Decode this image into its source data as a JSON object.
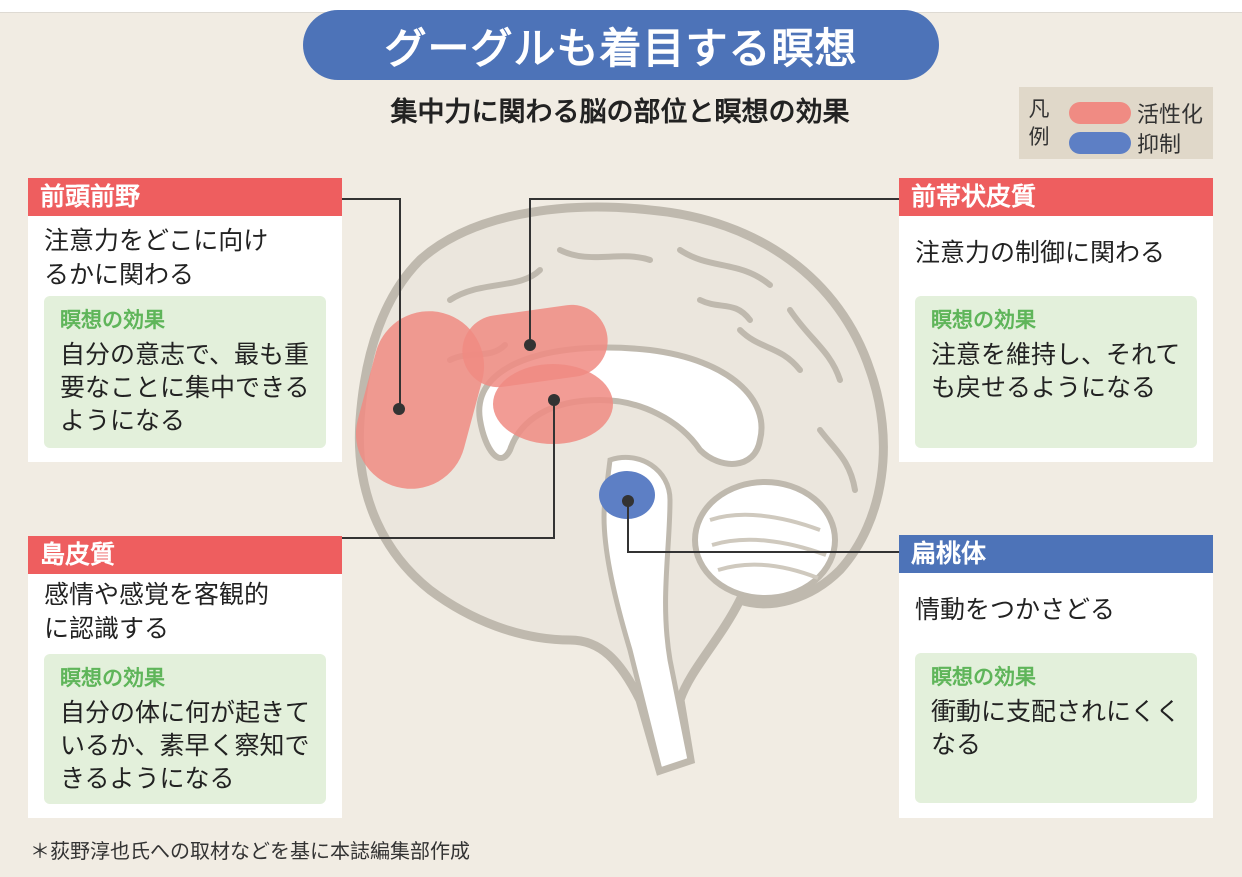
{
  "title": "グーグルも着目する瞑想",
  "subtitle": "集中力に関わる脳の部位と瞑想の効果",
  "legend": {
    "heading": "凡例",
    "items": [
      {
        "label": "活性化",
        "color": "#f08b83"
      },
      {
        "label": "抑制",
        "color": "#5d7fc5"
      }
    ]
  },
  "colors": {
    "active_header": "#ee5e5f",
    "suppressed_header": "#4d73b8",
    "effect_label": "#5fb55a"
  },
  "regions": {
    "prefrontal": {
      "name": "前頭前野",
      "description": "注意力をどこに向けるかに関わる",
      "effect_label": "瞑想の効果",
      "effect": "自分の意志で、最も重要なことに集中できるようになる"
    },
    "anterior_cingulate": {
      "name": "前帯状皮質",
      "description": "注意力の制御に関わる",
      "effect_label": "瞑想の効果",
      "effect": "注意を維持し、それても戻せるようになる"
    },
    "insula": {
      "name": "島皮質",
      "description": "感情や感覚を客観的に認識する",
      "effect_label": "瞑想の効果",
      "effect": "自分の体に何が起きているか、素早く察知できるようになる"
    },
    "amygdala": {
      "name": "扁桃体",
      "description": "情動をつかさどる",
      "effect_label": "瞑想の効果",
      "effect": "衝動に支配されにくくなる"
    }
  },
  "footnote": "＊荻野淳也氏への取材などを基に本誌編集部作成"
}
